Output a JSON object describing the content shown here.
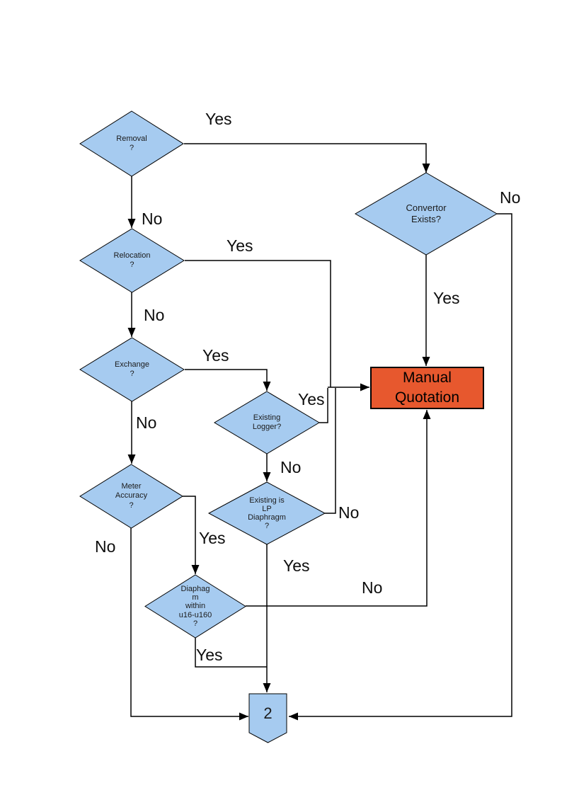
{
  "diagram": {
    "type": "flowchart",
    "colors": {
      "node_fill": "#a6cbf0",
      "process_fill": "#e7582e",
      "line_color": "#000000"
    },
    "nodes": {
      "removal": {
        "type": "decision",
        "label": "Removal\n?"
      },
      "convertor": {
        "type": "decision",
        "label": "Convertor\nExists?"
      },
      "relocation": {
        "type": "decision",
        "label": "Relocation\n?"
      },
      "exchange": {
        "type": "decision",
        "label": "Exchange\n?"
      },
      "existing_logger": {
        "type": "decision",
        "label": "Existing\nLogger?"
      },
      "meter_accuracy": {
        "type": "decision",
        "label": "Meter\nAccuracy\n?"
      },
      "existing_lp": {
        "type": "decision",
        "label": "Existing is\nLP\nDiaphragm\n?"
      },
      "diaphragm_range": {
        "type": "decision",
        "label": "Diaphag\nm\nwithin\nu16-u160\n?"
      },
      "manual_quotation": {
        "type": "process",
        "label": "Manual\nQuotation"
      },
      "offpage_2": {
        "type": "off_page_connector",
        "label": "2"
      }
    },
    "edge_labels": {
      "removal_yes": "Yes",
      "removal_no": "No",
      "convertor_no": "No",
      "convertor_yes": "Yes",
      "relocation_yes": "Yes",
      "relocation_no": "No",
      "exchange_yes": "Yes",
      "exchange_no": "No",
      "logger_yes": "Yes",
      "logger_no": "No",
      "lp_no": "No",
      "lp_yes": "Yes",
      "meter_yes": "Yes",
      "meter_no": "No",
      "diaphragm_no": "No",
      "diaphragm_yes": "Yes"
    }
  }
}
